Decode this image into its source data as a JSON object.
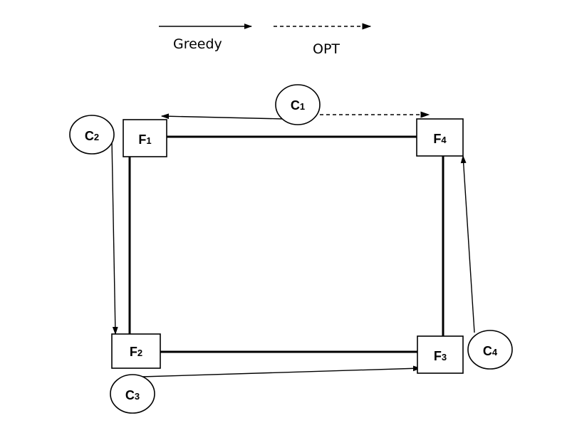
{
  "legend": {
    "greedy_label": "Greedy",
    "opt_label": "OPT"
  },
  "facilities": [
    {
      "id": "F1",
      "letter": "F",
      "sub": "1"
    },
    {
      "id": "F2",
      "letter": "F",
      "sub": "2"
    },
    {
      "id": "F3",
      "letter": "F",
      "sub": "3"
    },
    {
      "id": "F4",
      "letter": "F",
      "sub": "4"
    }
  ],
  "clients": [
    {
      "id": "C1",
      "letter": "C",
      "sub": "1"
    },
    {
      "id": "C2",
      "letter": "C",
      "sub": "2"
    },
    {
      "id": "C3",
      "letter": "C",
      "sub": "3"
    },
    {
      "id": "C4",
      "letter": "C",
      "sub": "4"
    }
  ],
  "edges": [
    {
      "from": "F1",
      "to": "F4"
    },
    {
      "from": "F1",
      "to": "F2"
    },
    {
      "from": "F2",
      "to": "F3"
    },
    {
      "from": "F4",
      "to": "F3"
    }
  ],
  "assignments": [
    {
      "client": "C1",
      "facility": "F1",
      "type": "greedy"
    },
    {
      "client": "C1",
      "facility": "F4",
      "type": "opt"
    },
    {
      "client": "C2",
      "facility": "F2",
      "type": "greedy"
    },
    {
      "client": "C3",
      "facility": "F3",
      "type": "greedy"
    },
    {
      "client": "C4",
      "facility": "F4",
      "type": "greedy"
    }
  ]
}
